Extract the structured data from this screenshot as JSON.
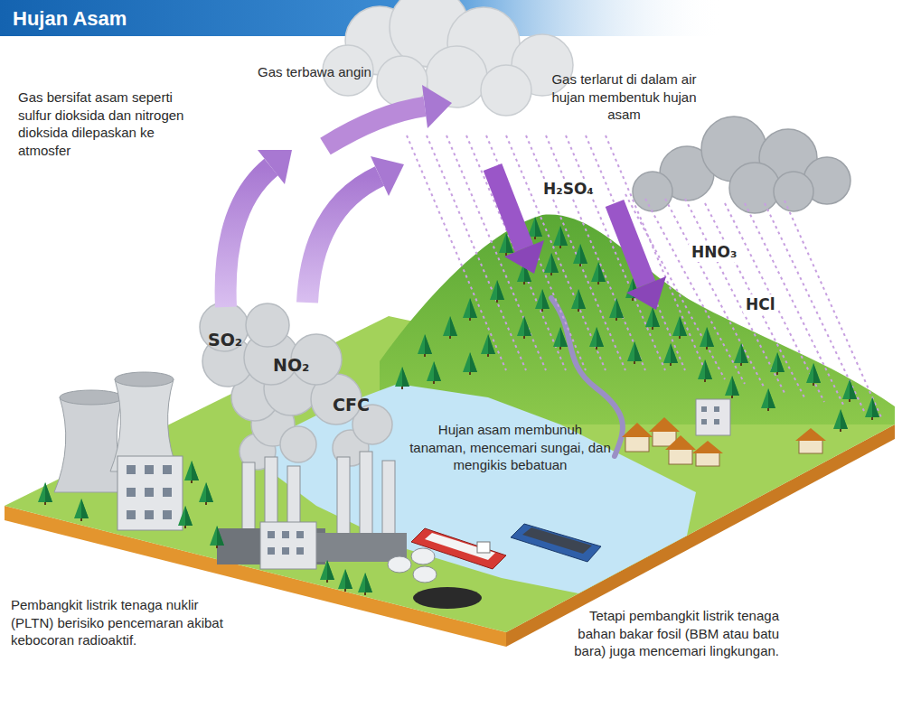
{
  "diagram": {
    "title": "Hujan Asam",
    "labels": [
      "Gas bersifat asam seperti sulfur dioksida dan nitrogen dioksida dilepaskan ke atmosfer",
      "Gas terbawa angin",
      "Gas terlarut di dalam air hujan membentuk hujan asam",
      "H₂SO₄",
      "HNO₃",
      "HCl",
      "SO₂",
      "NO₂",
      "CFC",
      "Hujan asam membunuh tanaman, mencemari sungai, dan mengikis bebatuan",
      "Pembangkit listrik tenaga nuklir (PLTN) berisiko pencemaran akibat kebocoran radioaktif.",
      "Tetapi pembangkit listrik tenaga bahan bakar fosil (BBM atau batu bara) juga mencemari lingkungan."
    ]
  }
}
